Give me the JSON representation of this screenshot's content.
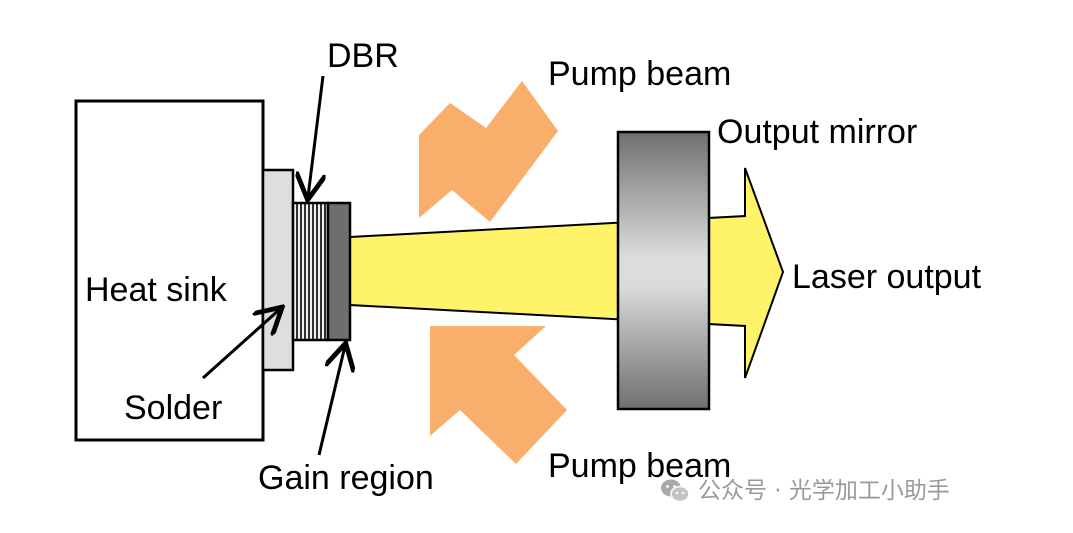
{
  "labels": {
    "dbr": "DBR",
    "pump_beam_top": "Pump beam",
    "output_mirror": "Output mirror",
    "heat_sink": "Heat sink",
    "laser_output": "Laser output",
    "solder": "Solder",
    "pump_beam_bottom": "Pump beam",
    "gain_region": "Gain region"
  },
  "watermark": {
    "icon": "wechat-icon",
    "text": "公众号 · 光学加工小助手"
  },
  "colors": {
    "pump": "#f9ae6c",
    "laser": "#fff36a",
    "heat_sink_fill": "#ffffff",
    "solder_fill": "#dedede",
    "gain_region_fill": "#6e6e6e",
    "mirror_dark": "#6f6f6f",
    "mirror_light": "#dcdcdc",
    "line": "#000000"
  }
}
